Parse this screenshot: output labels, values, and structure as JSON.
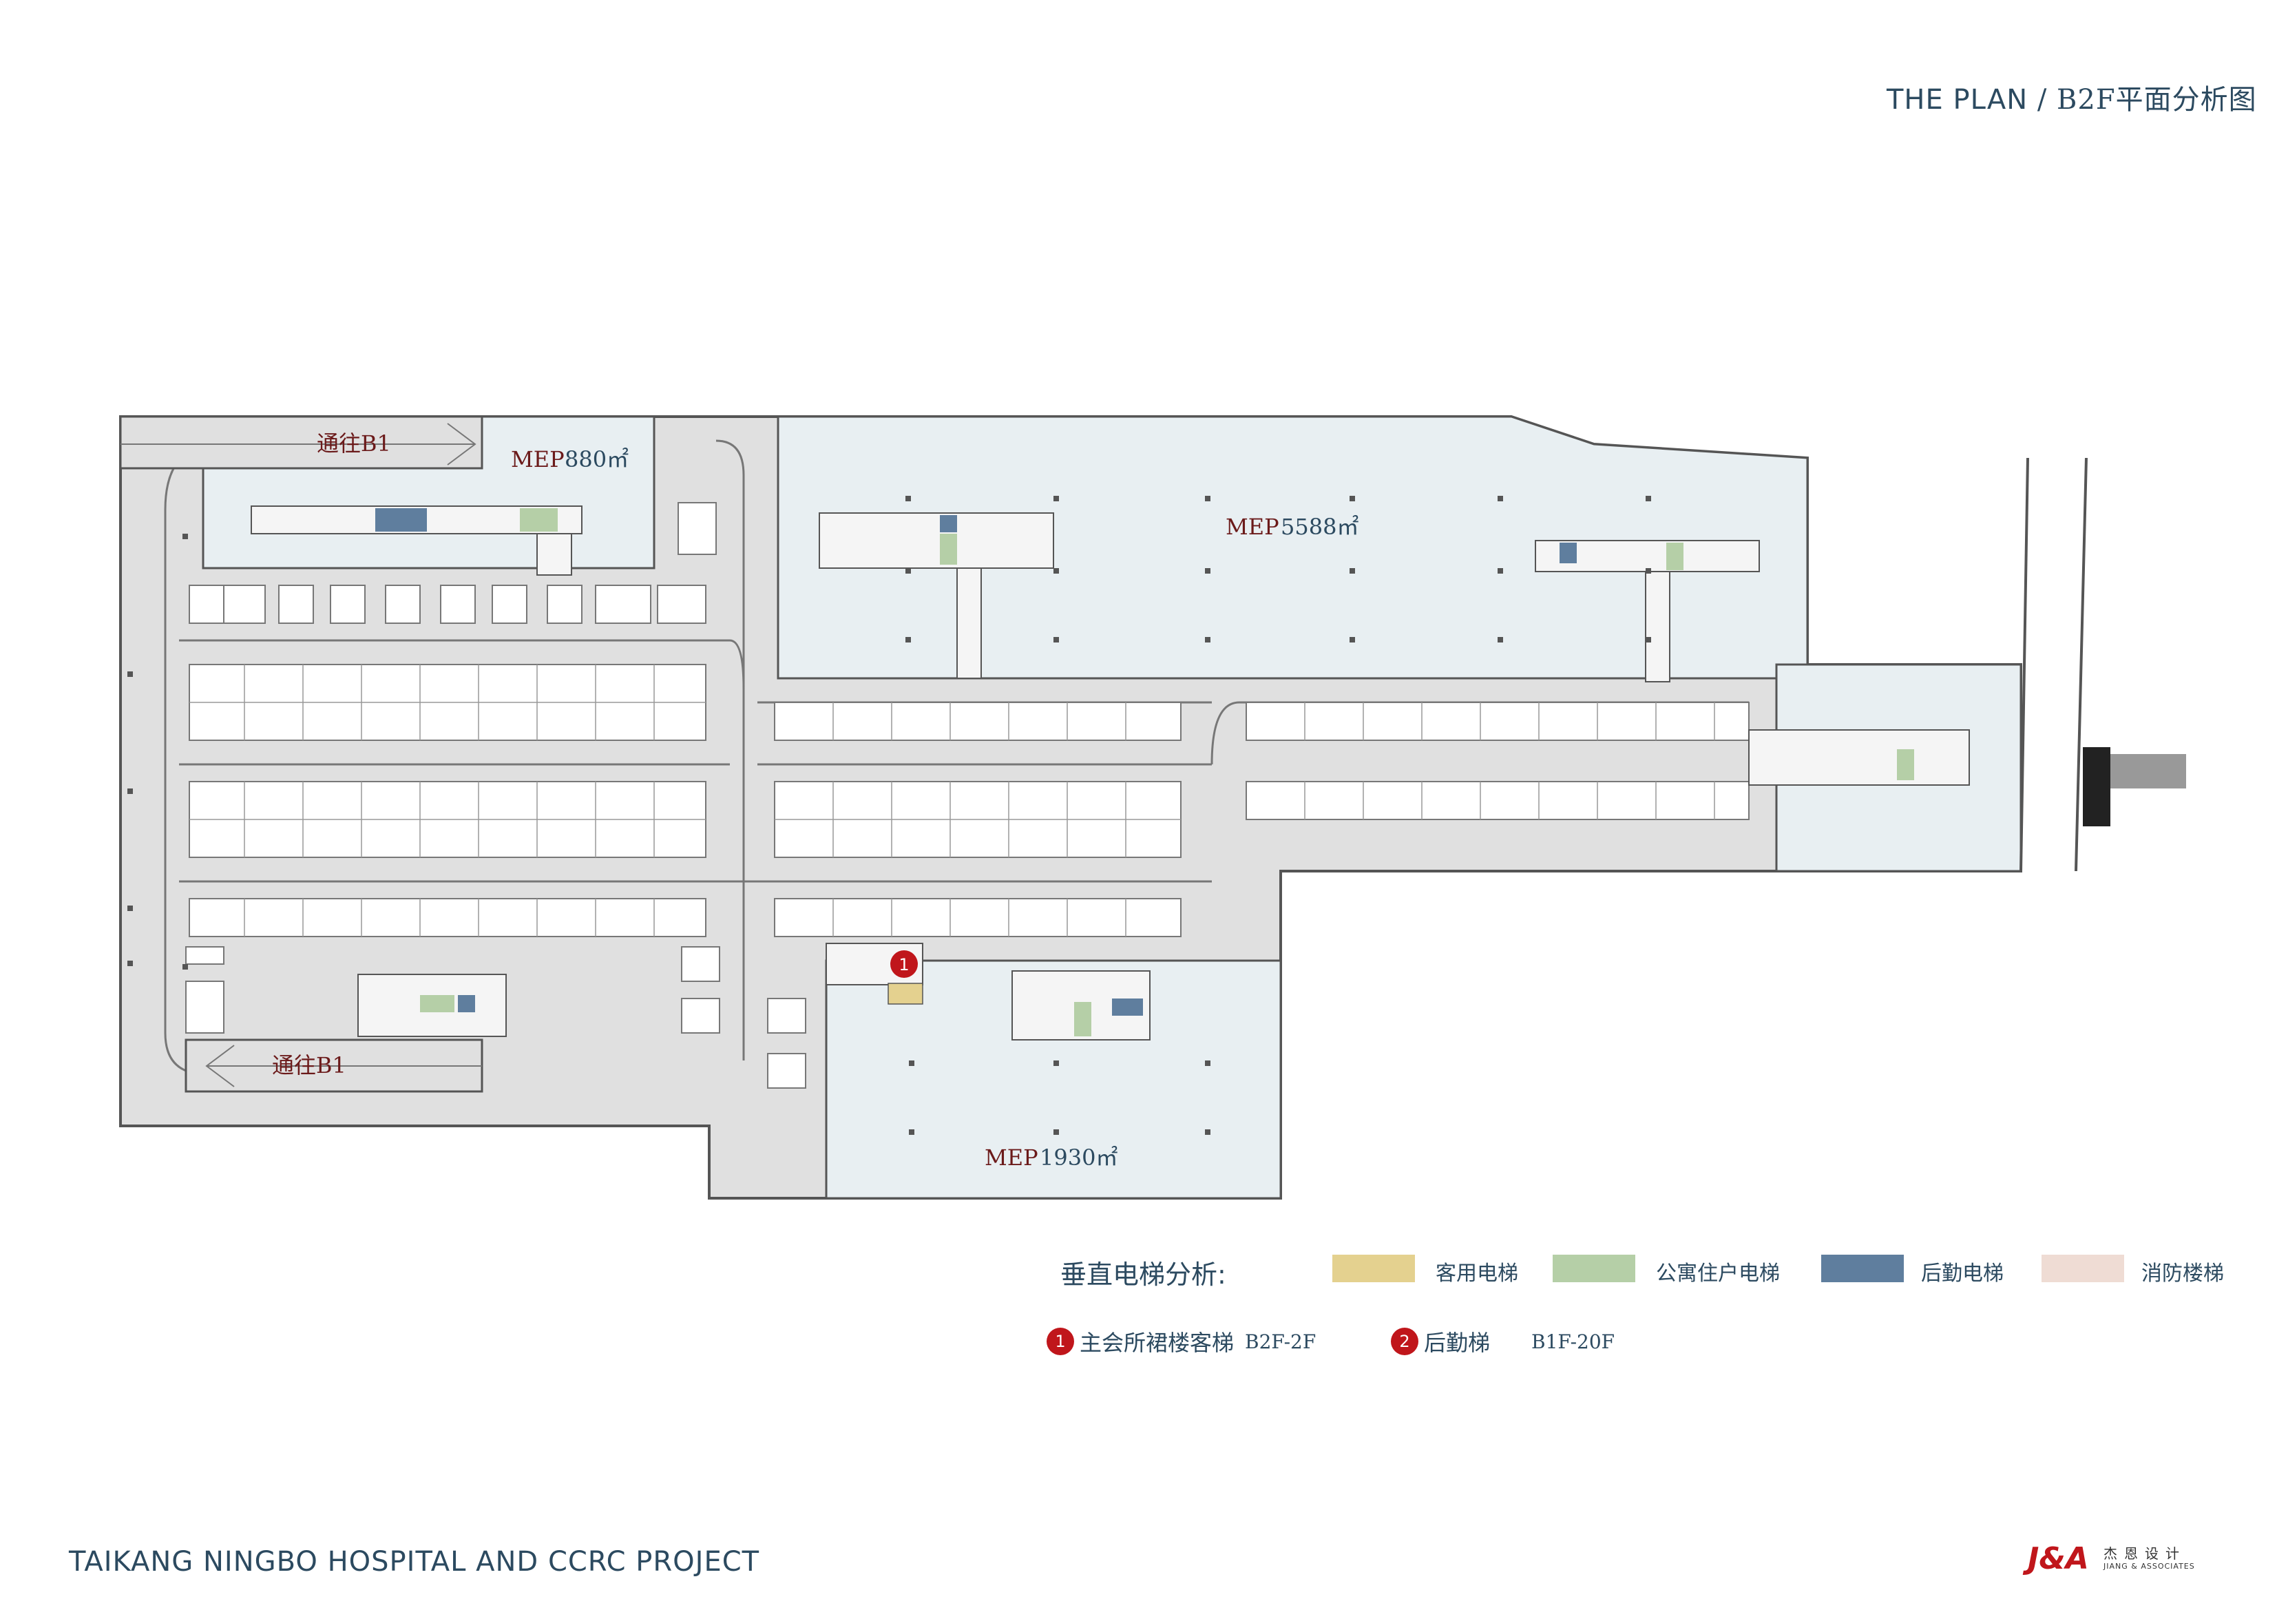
{
  "header": {
    "title_en": "THE PLAN",
    "title_sep": "/",
    "title_code": "B2F",
    "title_cn": "平面分析图"
  },
  "plan": {
    "rooms": [
      {
        "label": "MEP",
        "area": "880㎡"
      },
      {
        "label": "MEP",
        "area": "5588㎡"
      },
      {
        "label": "MEP",
        "area": "1930㎡"
      }
    ],
    "ramps": [
      "通往B1",
      "通往B1"
    ],
    "markers": [
      "1"
    ]
  },
  "legend": {
    "title": "垂直电梯分析:",
    "items": [
      {
        "label": "客用电梯",
        "color": "#e4d18f"
      },
      {
        "label": "公寓住户电梯",
        "color": "#b5cfa7"
      },
      {
        "label": "后勤电梯",
        "color": "#5f7e9e"
      },
      {
        "label": "消防楼梯",
        "color": "#efdcd4"
      }
    ],
    "notes": [
      {
        "number": "1",
        "text": "主会所裙楼客梯",
        "range": "B2F-2F"
      },
      {
        "number": "2",
        "text": "后勤梯",
        "range": "B1F-20F"
      }
    ]
  },
  "footer": {
    "project": "TAIKANG NINGBO HOSPITAL AND CCRC PROJECT"
  },
  "logo": {
    "mark": "J&A",
    "cn": "杰恩设计",
    "en": "JIANG & ASSOCIATES"
  },
  "colors": {
    "parking_floor": "#e0e0e0",
    "mep_fill": "#e8eff2",
    "outline": "#555555",
    "accent": "#2c4a60",
    "label_red": "#6b1a1a",
    "badge_red": "#c0161b"
  }
}
